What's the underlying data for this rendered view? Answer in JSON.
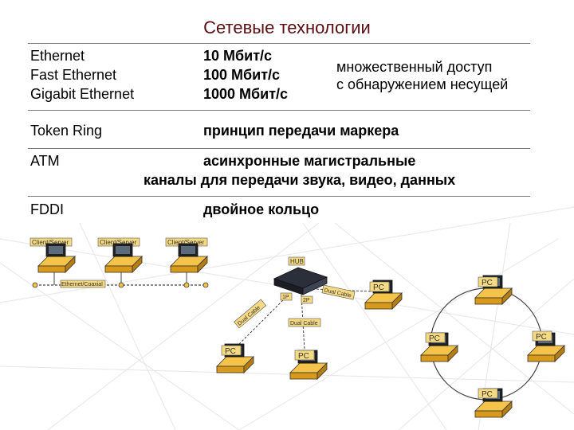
{
  "title": "Сетевые технологии",
  "ethernet": {
    "names": [
      "Ethernet",
      "Fast Ethernet",
      "Gigabit Ethernet"
    ],
    "speeds": [
      "10 Мбит/с",
      "100 Мбит/с",
      "1000 Мбит/с"
    ],
    "access": [
      "множественный доступ",
      "с обнаружением несущей"
    ]
  },
  "token_ring": {
    "name": "Token Ring",
    "desc": "принцип передачи маркера"
  },
  "atm": {
    "name": "ATM",
    "desc": [
      "асинхронные магистральные",
      "каналы для передачи звука, видео, данных"
    ]
  },
  "fddi": {
    "name": "FDDI",
    "desc": "двойное кольцо"
  },
  "diagram": {
    "bus": {
      "client_label": "Client/Server",
      "cable_label": "Ethernet/Coaxial"
    },
    "star": {
      "hub_label": "HUB",
      "pc_label": "PC",
      "cable_label_1": "Dual Cable",
      "cable_label_2": "Dual Cable",
      "cable_label_3": "Dual Cable",
      "port_1": "1P",
      "port_2": "2P"
    },
    "ring": {
      "pc_label": "PC"
    }
  }
}
